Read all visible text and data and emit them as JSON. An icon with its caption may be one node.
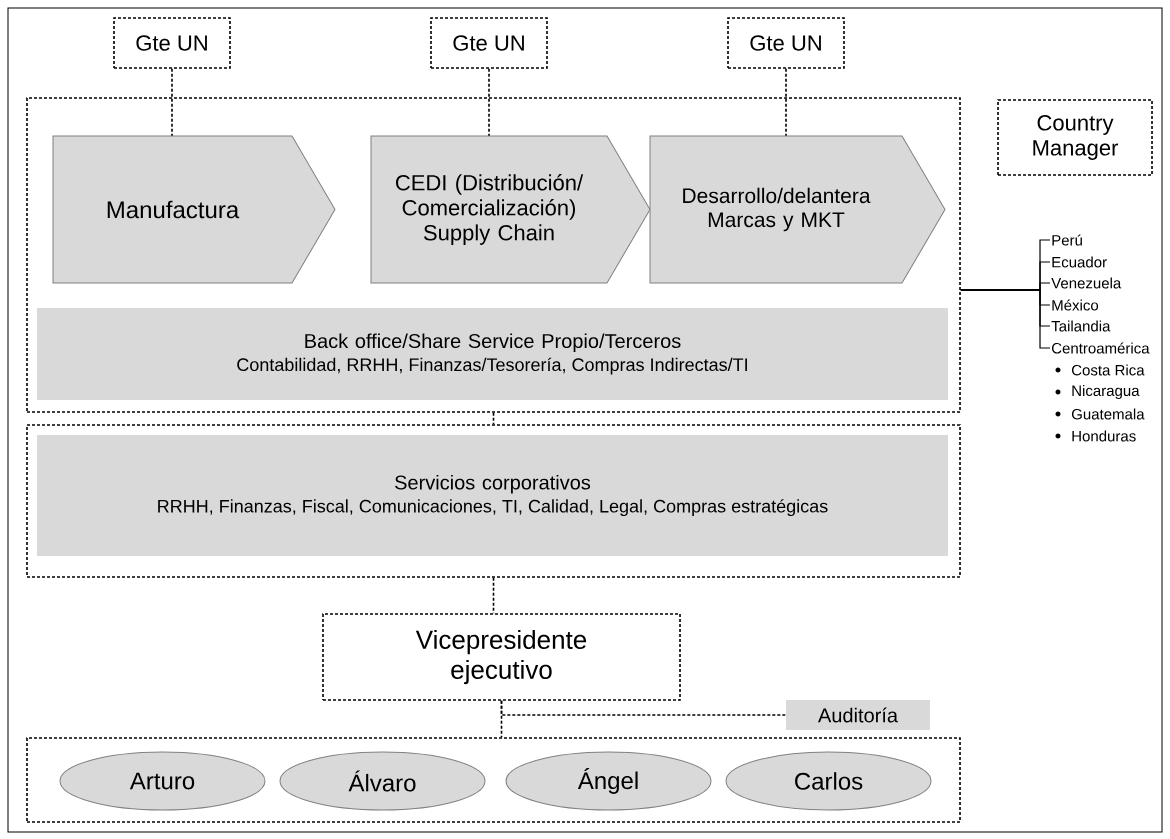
{
  "diagram": {
    "nodes": [
      {
        "text": [
          "Gte UN"
        ]
      },
      {
        "text": [
          "Gte UN"
        ]
      },
      {
        "text": [
          "Gte UN"
        ]
      },
      {
        "text": [
          "Country Manager"
        ]
      },
      {
        "text": [],
        "shape": "box"
      },
      {
        "text": [
          "Manufactura"
        ],
        "in": 4
      },
      {
        "text": [
          "CEDI (Distribución/ Comercialización) Supply Chain"
        ],
        "in": 4
      },
      {
        "text": [
          "Desarrollo/delantera Marcas y MKT"
        ],
        "in": 4
      },
      {
        "text": [
          "Back office/Share Service Propio/Terceros",
          "Contabilidad, RRHH, Finanzas/Tesorería, Compras Indirectas/TI"
        ],
        "in": 4
      },
      {
        "text": [
          "Perú"
        ]
      },
      {
        "text": [
          "Ecuador"
        ]
      },
      {
        "text": [
          "Venezuela"
        ]
      },
      {
        "text": [
          "México"
        ]
      },
      {
        "text": [
          "Tailandia"
        ]
      },
      {
        "text": [
          "Centroamérica"
        ],
        "beside": [
          "Costa Rica",
          "Nicaragua",
          "Guatemala",
          "Honduras"
        ]
      },
      {
        "text": [],
        "shape": "box"
      },
      {
        "text": [
          "Servicios corporativos",
          "RRHH, Finanzas, Fiscal, Comunicaciones, TI, Calidad, Legal, Compras estratégicas"
        ],
        "in": 15
      },
      {
        "text": [
          "Vicepresidente ejecutivo"
        ]
      },
      {
        "text": [
          "Auditoría"
        ]
      },
      {
        "text": [],
        "shape": "box"
      },
      {
        "text": [
          "Arturo"
        ],
        "in": 19
      },
      {
        "text": [
          "Álvaro"
        ],
        "in": 19
      },
      {
        "text": [
          "Ángel"
        ],
        "in": 19
      },
      {
        "text": [
          "Carlos"
        ],
        "in": 19
      }
    ],
    "edges": [
      {
        "from": 0,
        "to": 5,
        "arrow": "none",
        "style": "dashed"
      },
      {
        "from": 1,
        "to": 6,
        "arrow": "none",
        "style": "dashed"
      },
      {
        "from": 2,
        "to": 7,
        "arrow": "none",
        "style": "dashed"
      },
      {
        "from": 4,
        "to": 9,
        "arrow": "none"
      },
      {
        "from": 4,
        "to": 10,
        "arrow": "none"
      },
      {
        "from": 4,
        "to": 11,
        "arrow": "none"
      },
      {
        "from": 4,
        "to": 12,
        "arrow": "none"
      },
      {
        "from": 4,
        "to": 13,
        "arrow": "none"
      },
      {
        "from": 4,
        "to": 14,
        "arrow": "none"
      },
      {
        "from": 4,
        "to": 15,
        "arrow": "none",
        "style": "dashed"
      },
      {
        "from": 15,
        "to": 17,
        "arrow": "none",
        "style": "dashed"
      },
      {
        "from": 17,
        "to": 19,
        "arrow": "none",
        "style": "dashed"
      },
      {
        "from": 17,
        "to": 18,
        "arrow": "none",
        "style": "dashed"
      }
    ]
  }
}
